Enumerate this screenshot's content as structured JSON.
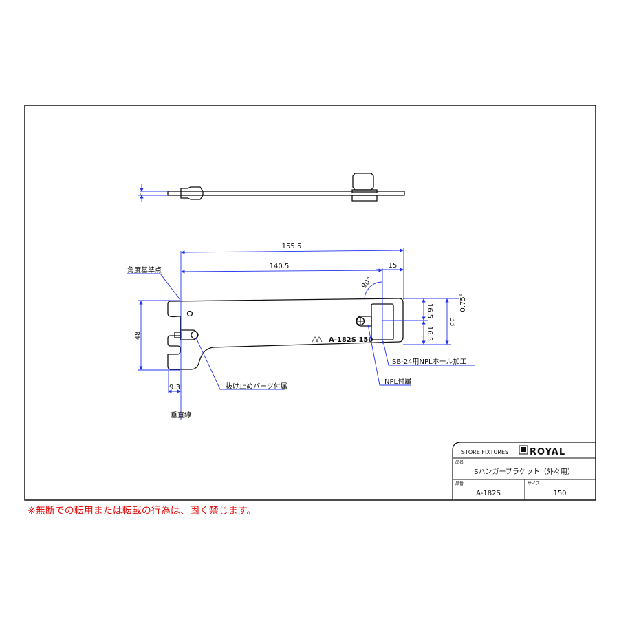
{
  "drawing": {
    "top_view": {
      "thickness_dim": "3"
    },
    "side_view": {
      "dims": {
        "overall_length": "155.5",
        "hole_position": "140.5",
        "hole_offset": "15",
        "angle": "90°",
        "height": "48",
        "hook_offset": "9.3",
        "upper_half": "16.5",
        "lower_half": "16.5",
        "slot_height": "33",
        "tilt": "0.75°"
      },
      "stamp": "A-182S  150",
      "labels": {
        "angle_reference": "角度基準点",
        "retainer_part": "抜け止めパーツ付属",
        "npl_included": "NPL付属",
        "npl_hole": "SB-24用NPLホール加工",
        "vertical_line": "垂直線"
      }
    }
  },
  "title_block": {
    "company_label": "STORE FIXTURES",
    "brand": "ROYAL",
    "name_label": "品名",
    "name_value": "Sハンガーブラケット（外々用）",
    "code_label": "品番",
    "code_value": "A-182S",
    "size_label": "サイズ",
    "size_value": "150"
  },
  "notice": "※無断での転用または転載の行為は、固く禁じます。",
  "colors": {
    "dimension": "#2233ee",
    "notice": "#e01010"
  }
}
